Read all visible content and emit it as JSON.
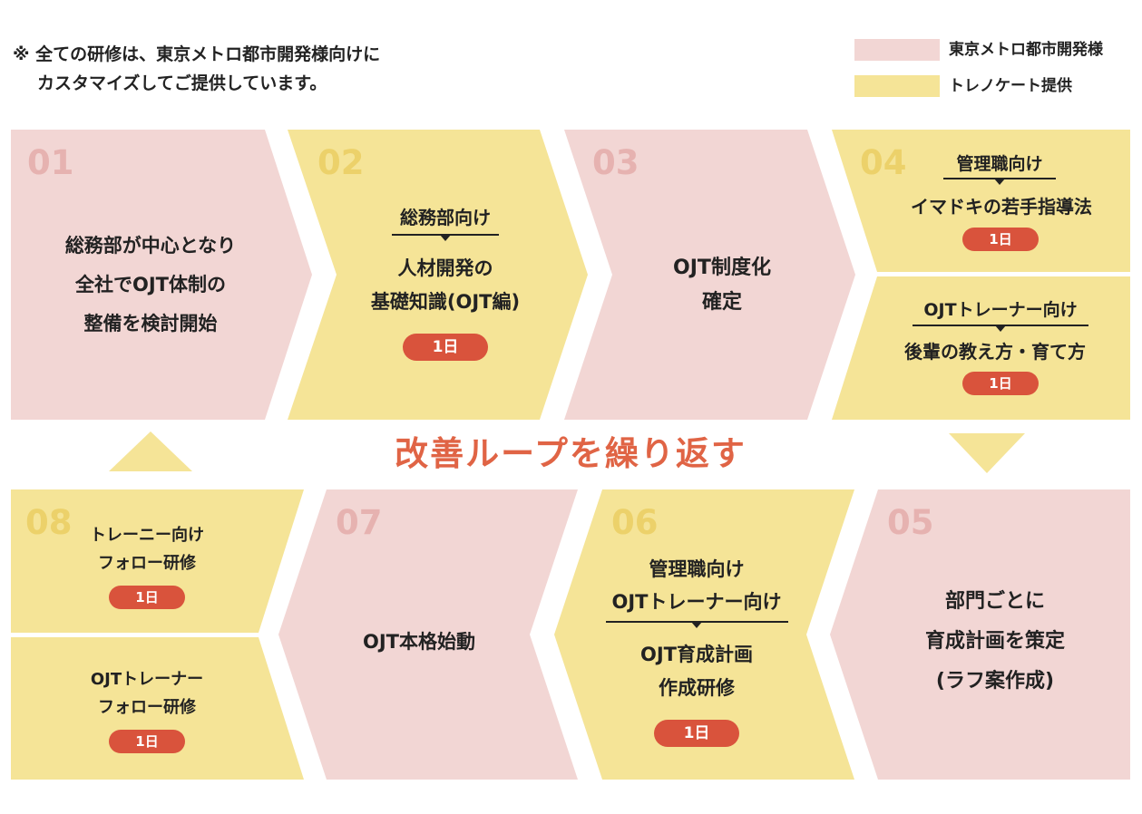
{
  "colors": {
    "pink": "#f2d6d4",
    "yellow": "#f5e497",
    "accent": "#d9533c",
    "loop_text": "#e06445",
    "number_on_pink": "#e6b2b0",
    "number_on_yellow": "#ecd16a"
  },
  "note": {
    "mark": "※",
    "line1": "全ての研修は、東京メトロ都市開発様向けに",
    "line2": "カスタマイズしてご提供しています。"
  },
  "legend": {
    "client_label": "東京メトロ都市開発様",
    "provider_label": "トレノケート提供"
  },
  "loop_label": "改善ループを繰り返す",
  "steps": {
    "s01": {
      "num": "01",
      "lines": [
        "総務部が中心となり",
        "全社でOJT体制の",
        "整備を検討開始"
      ]
    },
    "s02": {
      "num": "02",
      "target": "総務部向け",
      "lines": [
        "人材開発の",
        "基礎知識(OJT編)"
      ],
      "days": "1日"
    },
    "s03": {
      "num": "03",
      "lines": [
        "OJT制度化",
        "確定"
      ]
    },
    "s04": {
      "num": "04",
      "a": {
        "target": "管理職向け",
        "lines": [
          "イマドキの若手指導法"
        ],
        "days": "1日"
      },
      "b": {
        "target": "OJTトレーナー向け",
        "lines": [
          "後輩の教え方・育て方"
        ],
        "days": "1日"
      }
    },
    "s05": {
      "num": "05",
      "lines": [
        "部門ごとに",
        "育成計画を策定",
        "(ラフ案作成)"
      ]
    },
    "s06": {
      "num": "06",
      "targets": [
        "管理職向け",
        "OJTトレーナー向け"
      ],
      "lines": [
        "OJT育成計画",
        "作成研修"
      ],
      "days": "1日"
    },
    "s07": {
      "num": "07",
      "lines": [
        "OJT本格始動"
      ]
    },
    "s08": {
      "num": "08",
      "a": {
        "lines": [
          "トレーニー向け",
          "フォロー研修"
        ],
        "days": "1日"
      },
      "b": {
        "lines": [
          "OJTトレーナー",
          "フォロー研修"
        ],
        "days": "1日"
      }
    }
  }
}
